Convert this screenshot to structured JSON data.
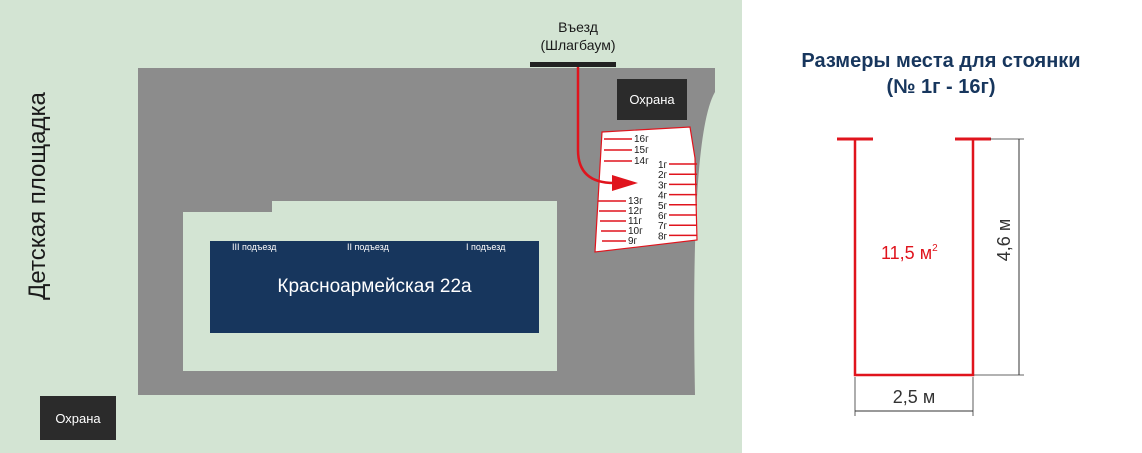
{
  "map": {
    "playground_label": "Детская площадка",
    "entry_label_line1": "Въезд",
    "entry_label_line2": "(Шлагбаум)",
    "guard_top": "Охрана",
    "guard_bottom": "Охрана",
    "building_label": "Красноармейская 22а",
    "entrances": [
      "III подъезд",
      "II подъезд",
      "I подъезд"
    ],
    "spots_top": [
      "16г",
      "15г",
      "14г"
    ],
    "spots_right": [
      "1г",
      "2г",
      "3г",
      "4г",
      "5г",
      "6г",
      "7г",
      "8г"
    ],
    "spots_left": [
      "13г",
      "12г",
      "11г",
      "10г",
      "9г"
    ]
  },
  "diagram": {
    "title_line1": "Размеры места для стоянки",
    "title_line2": "(№ 1г - 16г)",
    "area_value": "11,5 м",
    "area_sup": "2",
    "width_label": "2,5 м",
    "height_label": "4,6 м"
  },
  "colors": {
    "lawn": "#d3e4d3",
    "asphalt": "#8c8c8c",
    "building": "#17365d",
    "marking": "#e0141d",
    "title": "#17365d"
  }
}
